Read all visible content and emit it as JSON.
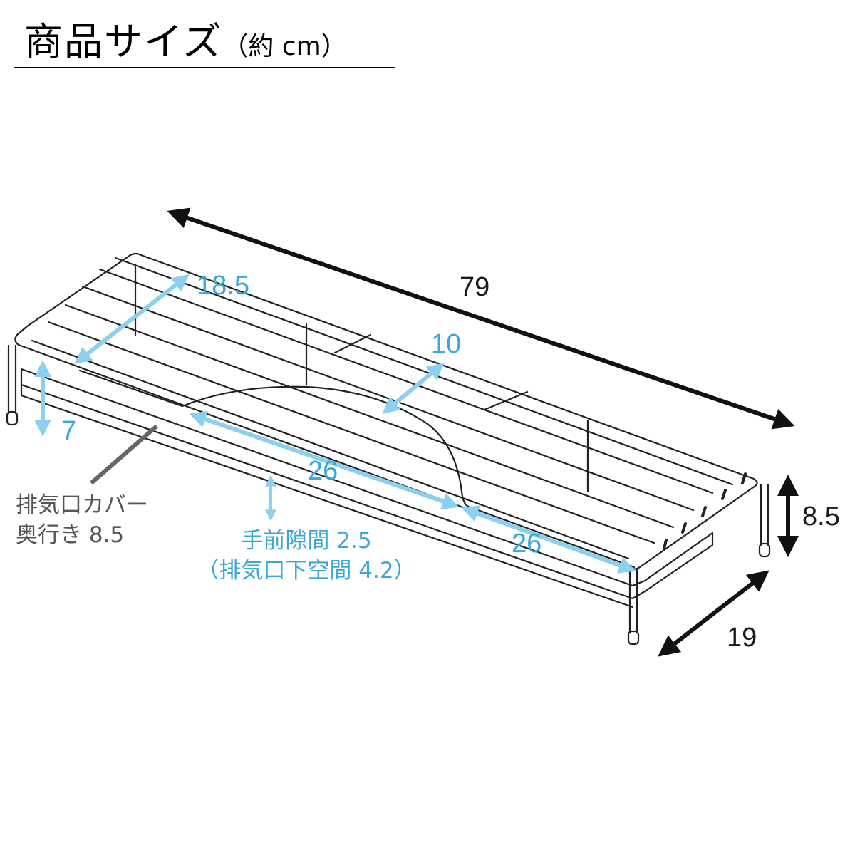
{
  "header": {
    "title": "商品サイズ",
    "unit": "（約 cm）"
  },
  "dimensions": {
    "length": "79",
    "width": "19",
    "height": "8.5",
    "rear_depth": "18.5",
    "front_depth": "10",
    "leg_height": "7",
    "opening_left": "26",
    "opening_right": "26"
  },
  "notes": {
    "cover_line1": "排気口カバー",
    "cover_line2": "奥行き 8.5",
    "gap_line1": "手前隙間 2.5",
    "gap_line2": "（排気口下空間 4.2）"
  },
  "colors": {
    "dark": "#111111",
    "accent_blue": "#8ccfee",
    "label_blue": "#3ba6d9",
    "gray": "#555555"
  }
}
